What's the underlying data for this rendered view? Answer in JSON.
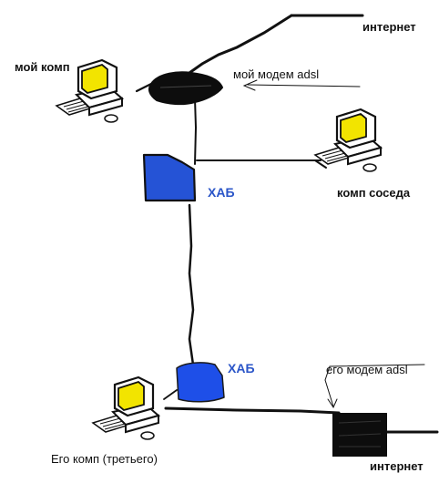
{
  "colors": {
    "line": "#111111",
    "hub": "#2553d6",
    "screen": "#f2e400",
    "modem": "#0d0d0d",
    "hub_label": "#2a55c8"
  },
  "labels": {
    "internet_top": "интернет",
    "my_computer": "мой комп",
    "my_modem": "мой модем adsl",
    "hub_top": "ХАБ",
    "neighbor_computer": "комп соседа",
    "hub_bottom": "ХАБ",
    "his_modem": "его модем adsl",
    "third_computer": "Его комп (третьего)",
    "internet_bottom": "интернет"
  },
  "icons": {
    "computer": "computer-icon",
    "modem": "modem-icon",
    "hub": "hub-icon"
  }
}
